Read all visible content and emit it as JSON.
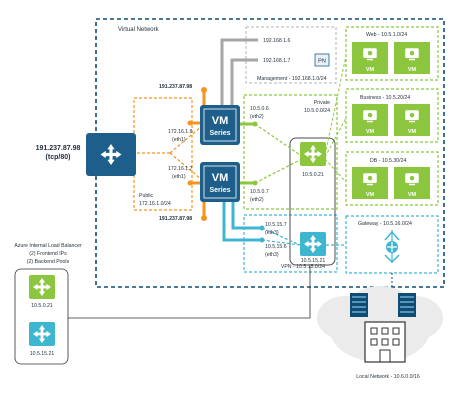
{
  "virtual_network": {
    "label": "Virtual Network"
  },
  "public_endpoint": {
    "ip": "191.237.87.98",
    "port": "(tcp/80)"
  },
  "public_subnet": {
    "name": "Public",
    "cidr": "172.16.1.0/24"
  },
  "firewalls": [
    {
      "logo_line1": "VM",
      "logo_line2": "Series",
      "public_ip": "191.237.87.98",
      "eth1_ip": "172.16.1.6",
      "eth1_label": "(eth1)",
      "eth2_ip": "10.5.0.6",
      "eth2_label": "(eth2)",
      "eth3_ip": "10.5.15.7",
      "eth3_label": "(eth3)"
    },
    {
      "logo_line1": "VM",
      "logo_line2": "Series",
      "public_ip": "191.237.87.98",
      "eth1_ip": "172.16.1.7",
      "eth1_label": "(eth1)",
      "eth2_ip": "10.5.0.7",
      "eth2_label": "(eth2)",
      "eth3_ip": "10.5.15.6",
      "eth3_label": "(eth3)"
    }
  ],
  "management": {
    "ip_1": "192.168.1.6",
    "ip_2": "192.168.1.7",
    "label": "Management - 192.168.1.0/24",
    "badge": "PN"
  },
  "private_subnet": {
    "name": "Private",
    "cidr": "10.5.0.0/24",
    "lb_ip": "10.5.0.21"
  },
  "vpn_subnet": {
    "label": "VPN - 10.5.15.0/24",
    "lb_ip": "10.5.15.21"
  },
  "web_subnet": {
    "label": "Web - 10.5.1.0/24"
  },
  "business_subnet": {
    "label": "Business - 10.5.20/24"
  },
  "db_subnet": {
    "label": "DB - 10.5.30/24"
  },
  "vm_badge": "VM",
  "gateway_subnet": {
    "label": "Gateway - 10.5.16.0/24"
  },
  "internal_lb": {
    "title": "Azure Internal Load Balancer",
    "line_1": "(2) Frontend IPs",
    "line_2": "(2) Backend Pools",
    "ip_1": "10.5.0.21",
    "ip_2": "10.5.15.21"
  },
  "local_network": {
    "label": "Local Network - 10.6.0.0/16"
  },
  "colors": {
    "orange": "#f7931e",
    "green": "#8cc63f",
    "teal": "#3fb6d0",
    "navy": "#1d5f8a",
    "gray": "#9a9a9a",
    "dark_blue": "#0f4c75"
  }
}
